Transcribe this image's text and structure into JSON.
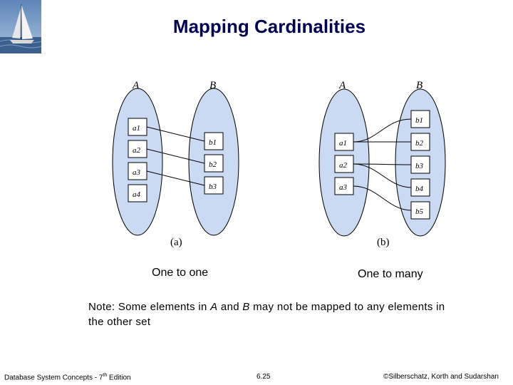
{
  "slide": {
    "title": "Mapping Cardinalities",
    "caption_a": "One to one",
    "caption_b": "One to many",
    "note_prefix": "Note: Some elements in ",
    "note_a": "A",
    "note_mid": " and ",
    "note_b": "B",
    "note_suffix": " may not be mapped to any elements in the other set"
  },
  "diagram_a": {
    "label_A": "A",
    "label_B": "B",
    "sublabel": "(a)",
    "left_elements": [
      "a1",
      "a2",
      "a3",
      "a4"
    ],
    "right_elements": [
      "b1",
      "b2",
      "b3"
    ]
  },
  "diagram_b": {
    "label_A": "A",
    "label_B": "B",
    "sublabel": "(b)",
    "left_elements": [
      "a1",
      "a2",
      "a3"
    ],
    "right_elements": [
      "b1",
      "b2",
      "b3",
      "b4",
      "b5"
    ]
  },
  "footer": {
    "book": "Database System Concepts - 7",
    "book_sup": "th",
    "book_suffix": " Edition",
    "page": "6.25",
    "copyright": "©Silberschatz, Korth and Sudarshan"
  }
}
